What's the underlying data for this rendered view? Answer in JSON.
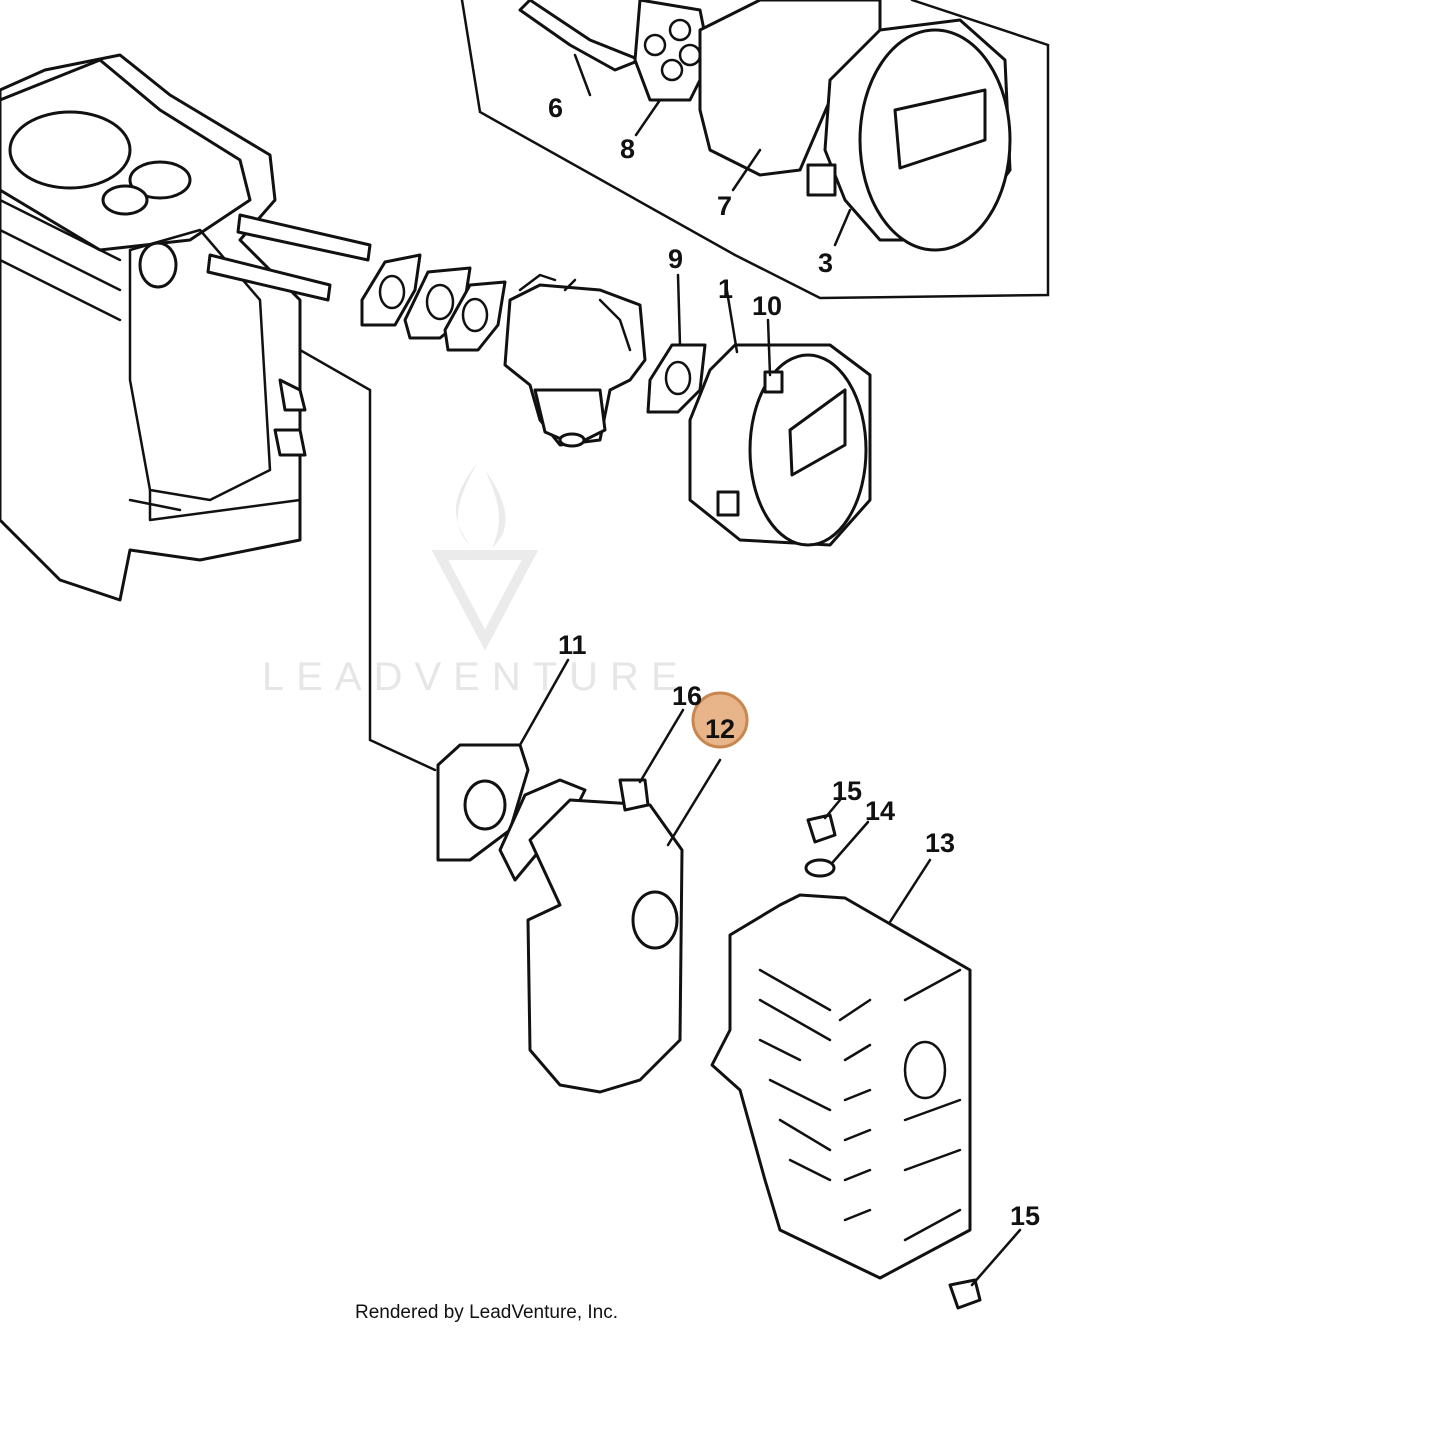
{
  "watermark": {
    "text": "LEADVENTURE",
    "icon": "flame-v-logo"
  },
  "credit": "Rendered by LeadVenture, Inc.",
  "highlight": {
    "callout": "12",
    "color": "#e8b48a",
    "border_color": "#c8874e"
  },
  "callouts": [
    {
      "id": "c6",
      "label": "6"
    },
    {
      "id": "c8",
      "label": "8"
    },
    {
      "id": "c7",
      "label": "7"
    },
    {
      "id": "c3",
      "label": "3"
    },
    {
      "id": "c9",
      "label": "9"
    },
    {
      "id": "c1",
      "label": "1"
    },
    {
      "id": "c10",
      "label": "10"
    },
    {
      "id": "c11",
      "label": "11"
    },
    {
      "id": "c16",
      "label": "16"
    },
    {
      "id": "c12",
      "label": "12"
    },
    {
      "id": "c15a",
      "label": "15"
    },
    {
      "id": "c14",
      "label": "14"
    },
    {
      "id": "c13",
      "label": "13"
    },
    {
      "id": "c15b",
      "label": "15"
    }
  ]
}
